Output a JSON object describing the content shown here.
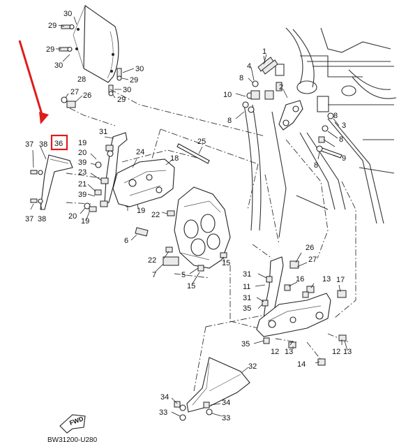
{
  "highlight": {
    "label": "36",
    "box_color": "#e01b1b",
    "arrow_color": "#e01b1b"
  },
  "labels": {
    "p30a": "30",
    "p29a": "29",
    "p29b": "29",
    "p30b": "30",
    "p28": "28",
    "p30c": "30",
    "p29c": "29",
    "p30d": "30",
    "p29d": "29",
    "p27": "27",
    "p26": "26",
    "p37a": "37",
    "p38a": "38",
    "p31": "31",
    "p19a": "19",
    "p20a": "20",
    "p39a": "39",
    "p23": "23",
    "p21": "21",
    "p39b": "39",
    "p20b": "20",
    "p19b": "19",
    "p19c": "19",
    "p37b": "37",
    "p38b": "38",
    "p24": "24",
    "p18": "18",
    "p25": "25",
    "p22a": "22",
    "p6": "6",
    "p22b": "22",
    "p7": "7",
    "p5": "5",
    "p15a": "15",
    "p15b": "15",
    "p1": "1",
    "p4": "4",
    "p8a": "8",
    "p10": "10",
    "p8b": "8",
    "p2": "2",
    "p8c": "8",
    "p3": "3",
    "p8d": "8",
    "p8e": "8",
    "p9": "9",
    "p26b": "26",
    "p27b": "27",
    "p31b": "31",
    "p11": "11",
    "p16": "16",
    "p13a": "13",
    "p17": "17",
    "p31c": "31",
    "p35a": "35",
    "p35b": "35",
    "p12a": "12",
    "p13b": "13",
    "p12b": "12",
    "p13c": "13",
    "p14": "14",
    "p32": "32",
    "p34": "34",
    "p33a": "33",
    "p33b": "33"
  },
  "fwd_label": "FWD",
  "footer_code": "BW31200-U280"
}
